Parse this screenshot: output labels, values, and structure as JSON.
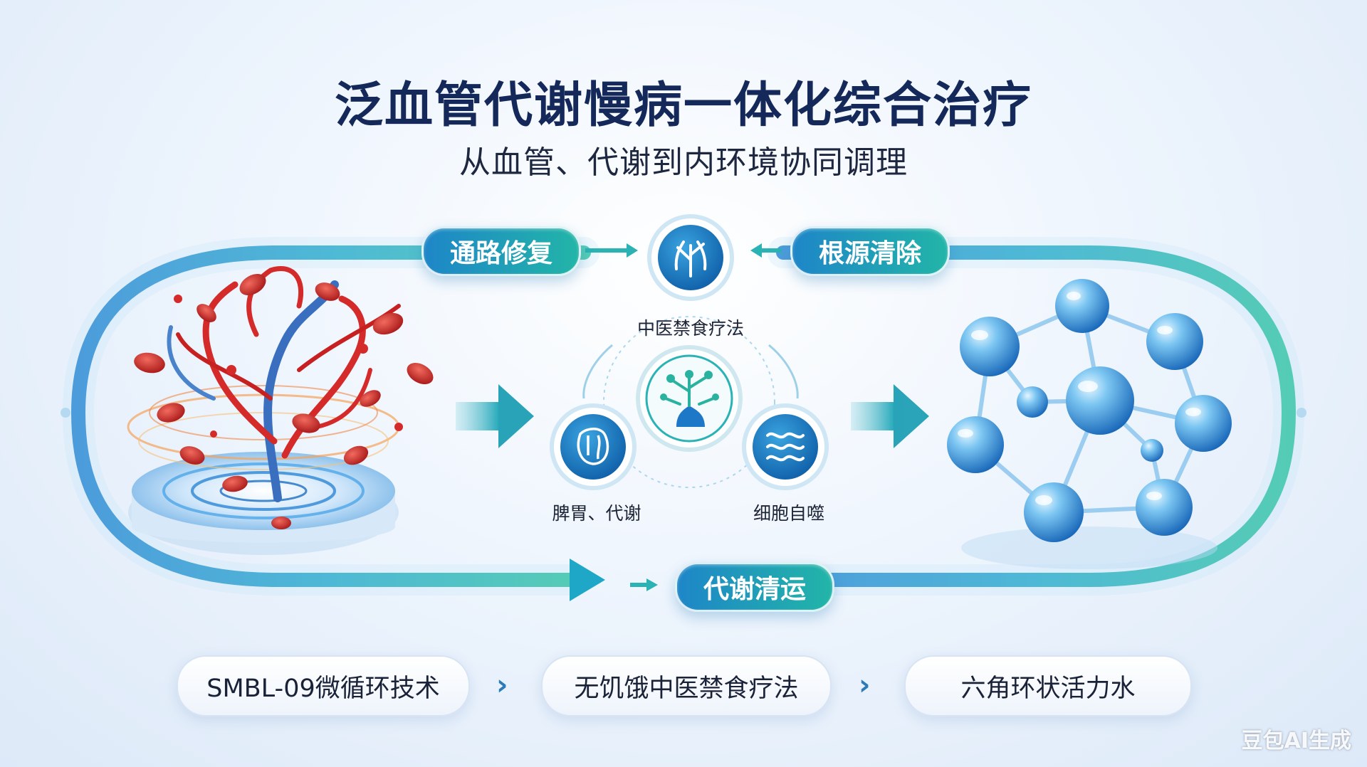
{
  "title": "泛血管代谢慢病一体化综合治疗",
  "subtitle": "从血管、代谢到内环境协同调理",
  "cycle": {
    "top_left": "通路修复",
    "top_right": "根源清除",
    "bottom": "代谢清运"
  },
  "nodes": {
    "top": "中医禁食疗法",
    "left": "脾胃、代谢",
    "right": "细胞自噬"
  },
  "technologies": [
    "SMBL-09微循环技术",
    "无饥饿中医禁食疗法",
    "六角环状活力水"
  ],
  "watermark": "豆包AI生成",
  "colors": {
    "title": "#14285a",
    "accent_blue": "#1e86c8",
    "accent_teal": "#22b5a8",
    "blood_red": "#d8282a",
    "molecule_blue": "#4aa8e6"
  }
}
